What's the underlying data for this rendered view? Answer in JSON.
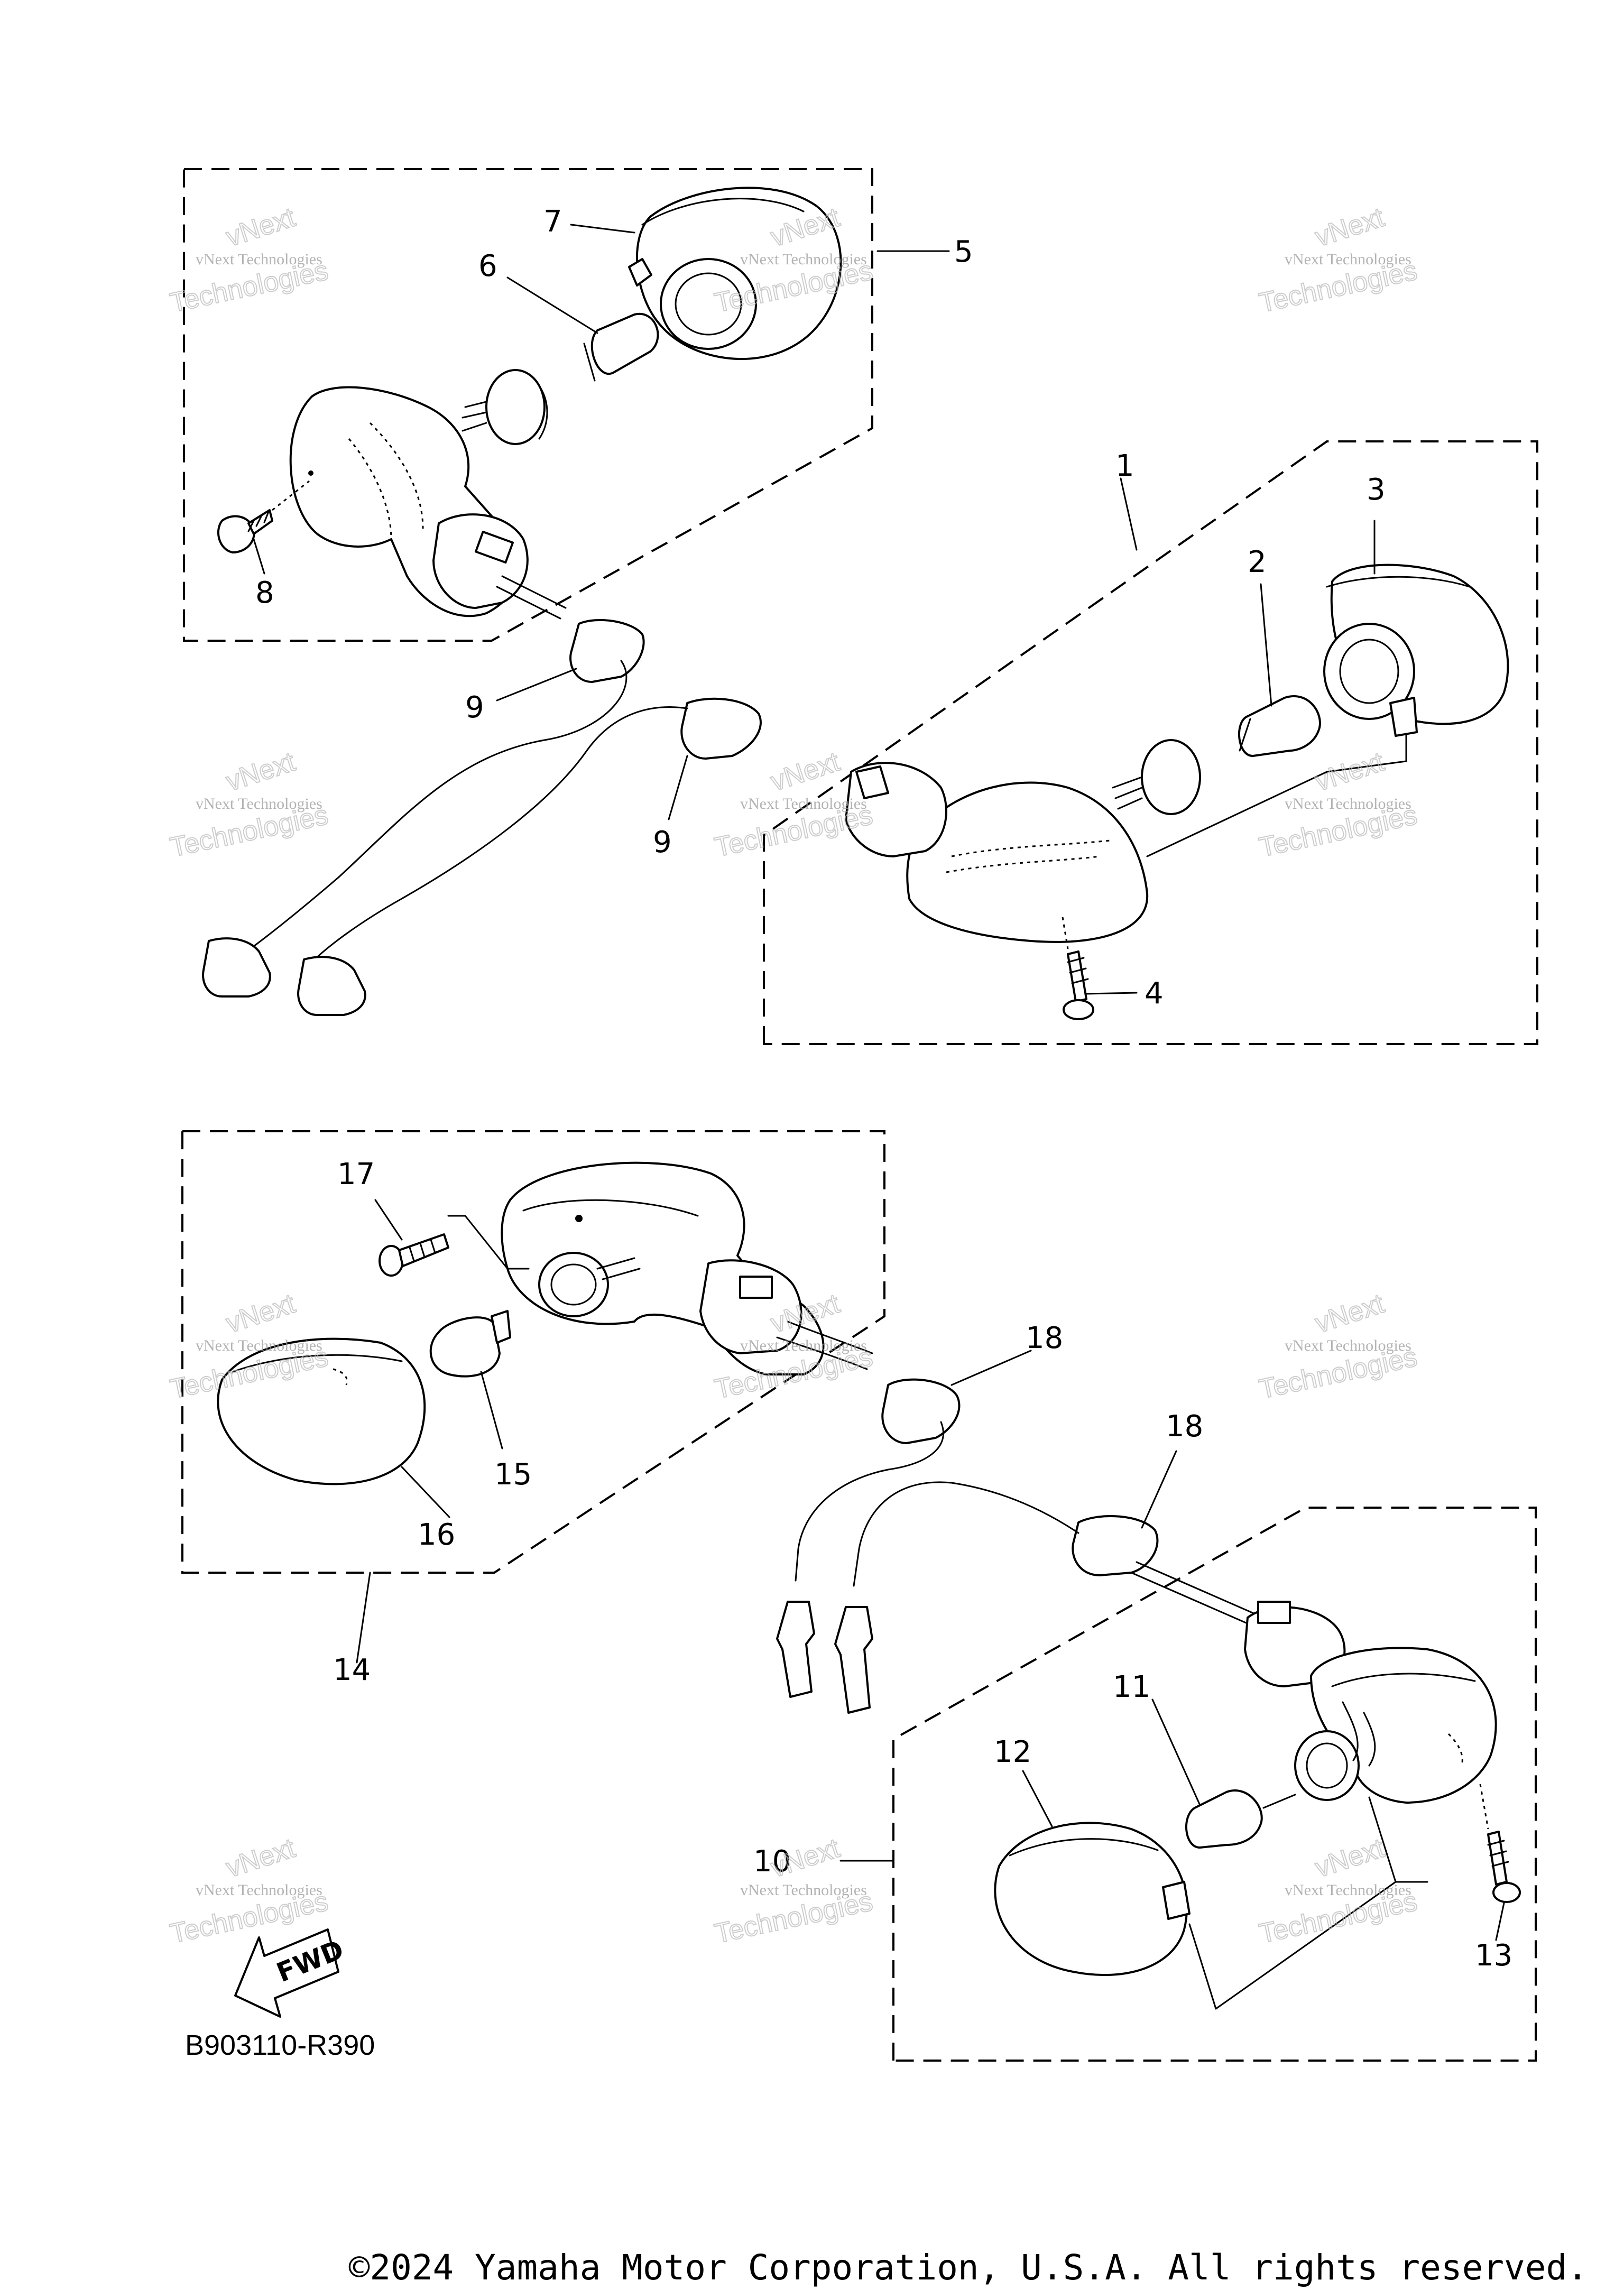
{
  "callouts": {
    "c1": "1",
    "c2": "2",
    "c3": "3",
    "c4": "4",
    "c5": "5",
    "c6": "6",
    "c7": "7",
    "c8": "8",
    "c9a": "9",
    "c9b": "9",
    "c10": "10",
    "c11": "11",
    "c12": "12",
    "c13": "13",
    "c14": "14",
    "c15": "15",
    "c16": "16",
    "c17": "17",
    "c18a": "18",
    "c18b": "18"
  },
  "fwd_label": "FWD",
  "diagram_code": "B903110-R390",
  "copyright": "©2024 Yamaha Motor Corporation, U.S.A. All rights reserved.",
  "watermark": {
    "line1": "vNext Technologies",
    "line2": "vNext",
    "line3": "Technologies"
  },
  "colors": {
    "line": "#000000",
    "background": "#ffffff",
    "watermark": "#9a9a9a"
  }
}
